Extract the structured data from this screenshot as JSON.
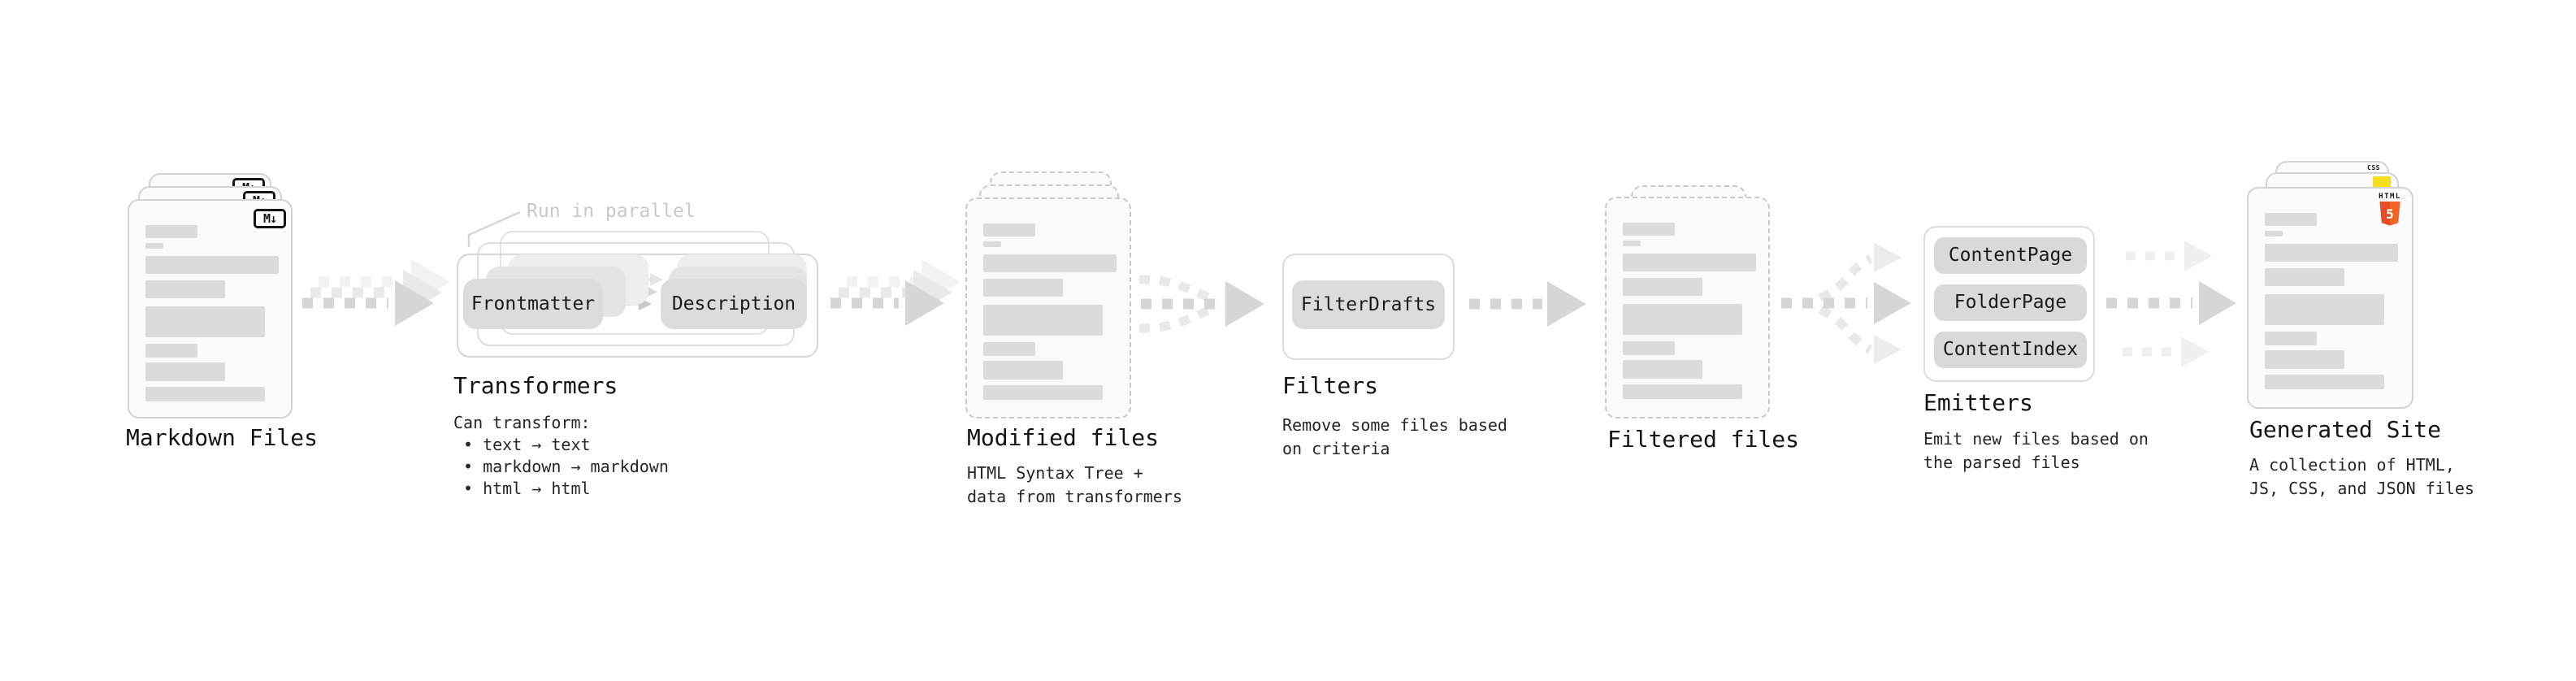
{
  "diagram": {
    "stages": {
      "markdown": {
        "label": "Markdown Files",
        "badge": "M↓"
      },
      "transformers": {
        "label": "Transformers",
        "note": "Run in parallel",
        "pill_left": "Frontmatter",
        "pill_right": "Description",
        "desc_title": "Can transform:",
        "bullets": [
          "• text → text",
          "• markdown → markdown",
          "• html → html"
        ]
      },
      "modified": {
        "label": "Modified files",
        "description": "HTML Syntax Tree +\ndata from transformers"
      },
      "filters": {
        "label": "Filters",
        "pill": "FilterDrafts",
        "description": "Remove some files based\non criteria"
      },
      "filtered": {
        "label": "Filtered files"
      },
      "emitters": {
        "label": "Emitters",
        "pills": [
          "ContentPage",
          "FolderPage",
          "ContentIndex"
        ],
        "description": "Emit new files based on\nthe parsed files"
      },
      "generated": {
        "label": "Generated Site",
        "description": "A collection of HTML,\nJS, CSS, and JSON files",
        "css_badge": "CSS",
        "html_badge": "HTML",
        "html_shield": "5"
      }
    },
    "colors": {
      "arrow": "#d6d6d6",
      "arrow_echo": "#e9e9e9",
      "arrow_faint": "#f2f2f2",
      "card_border": "#d3d3d3",
      "dashed_border": "#c9c9c9",
      "bar_fill": "#dbdbdb",
      "pill_fill": "#dcdcdc",
      "js_yellow": "#f7df1e",
      "css_blue": "#2862e9",
      "html_orange": "#e44d26",
      "html_orange_light": "#f16529"
    }
  }
}
